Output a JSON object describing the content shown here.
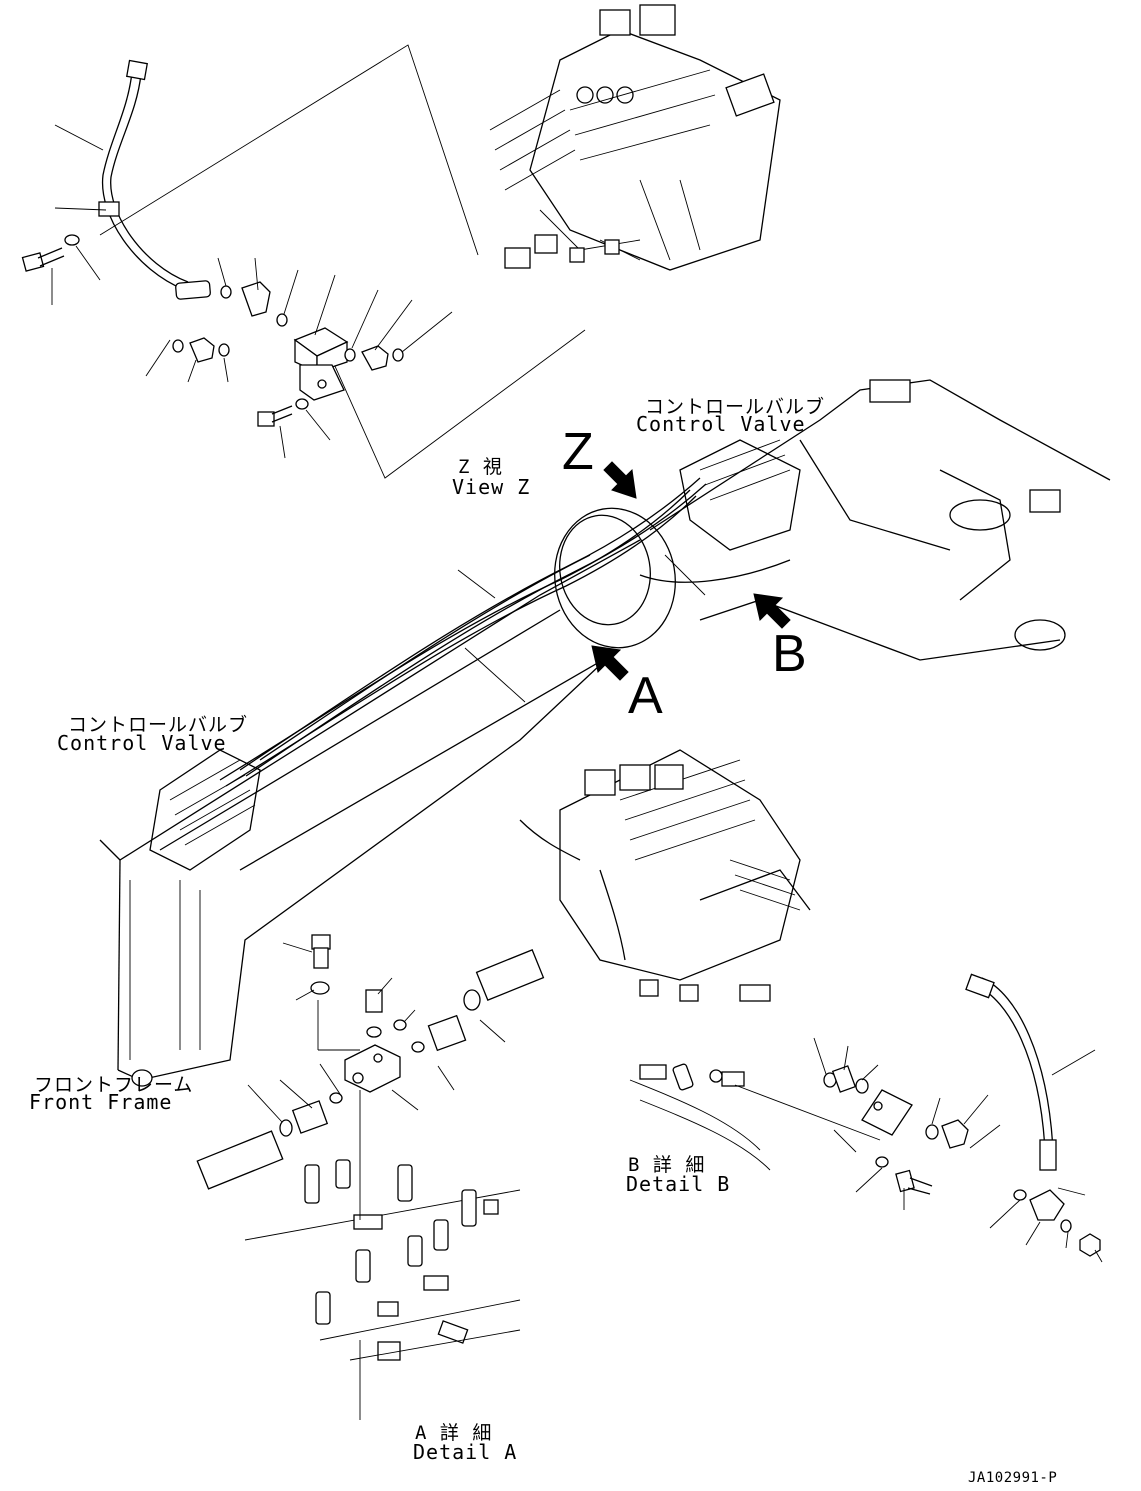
{
  "labels": {
    "control_valve_top_jp": "コントロールバルブ",
    "control_valve_top_en": "Control Valve",
    "view_z_jp": "Z 視",
    "view_z_en": "View Z",
    "z_letter": "Z",
    "a_letter": "A",
    "b_letter": "B",
    "control_valve_left_jp": "コントロールバルブ",
    "control_valve_left_en": "Control Valve",
    "front_frame_jp": "フロントフレーム",
    "front_frame_en": "Front Frame",
    "detail_b_jp": "B 詳 細",
    "detail_b_en": "Detail B",
    "detail_a_jp": "A 詳 細",
    "detail_a_en": "Detail A",
    "drawing_code": "JA102991-P"
  },
  "icons": [
    "arrow-z-icon",
    "arrow-a-icon",
    "arrow-b-icon"
  ],
  "colors": {
    "line": "#000000",
    "background": "#ffffff"
  }
}
